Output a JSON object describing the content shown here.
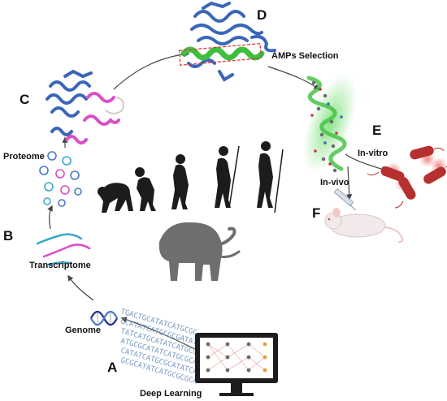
{
  "labels": {
    "a": "A",
    "b": "B",
    "c": "C",
    "d": "D",
    "e": "E",
    "f": "F"
  },
  "captions": {
    "deep_learning": "Deep Learning",
    "genome": "Genome",
    "transcriptome": "Transcriptome",
    "proteome": "Proteome",
    "amps_selection": "AMPs Selection",
    "in_vitro": "In-vitro",
    "in_vivo": "In-vivo"
  },
  "dna_sequence": {
    "lines": [
      "TGACTGCATATCATGCGC",
      "GCATATCATGCGCGATAT",
      "TATCATGCATATCATGCG",
      "ATGCGCATATCATGCGCA",
      "CATATCATGCGCATATCA",
      "GCGCATATCATGCGCGCA"
    ]
  },
  "colors": {
    "protein_blue": "#3a66b8",
    "protein_magenta": "#d94fc6",
    "helix_green": "#3fbf3f",
    "bacteria_red": "#b5302f",
    "silhouette": "#1c1c1c",
    "mammoth": "#6e6e6e",
    "arrow": "#444444",
    "selection_box": "#e03a3a"
  },
  "icons": [
    "monitor-neural-network-icon",
    "dna-helix-icon",
    "rna-strand-icon",
    "protein-structure-icon",
    "peptide-helix-icon",
    "mouse-icon",
    "syringe-icon",
    "bacteria-icon",
    "human-evolution-icon",
    "mammoth-icon"
  ]
}
